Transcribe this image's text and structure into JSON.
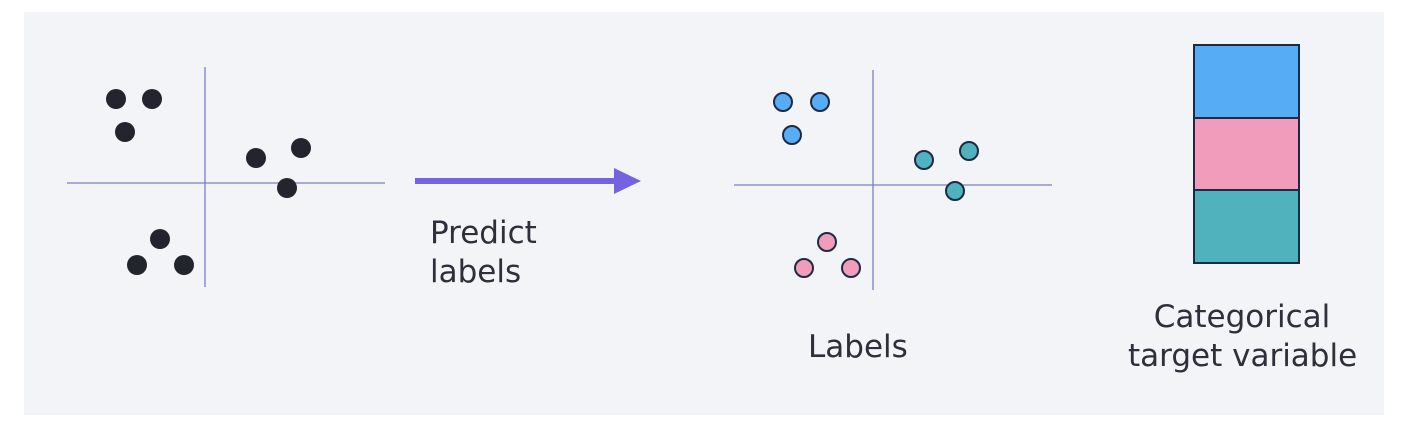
{
  "colors": {
    "background": "#f3f4f8",
    "axis": "#7b7fc7",
    "unlabeled_point": "#23252e",
    "arrow": "#7462e0",
    "class_blue": "#57acf6",
    "class_pink": "#f19cbb",
    "class_teal": "#4fb2bc",
    "outline": "#1e2a44",
    "text": "#2d2f3a"
  },
  "arrow_label": {
    "line1": "Predict",
    "line2": "labels"
  },
  "labeled_caption": "Labels",
  "target_caption": {
    "line1": "Categorical",
    "line2": "target variable"
  },
  "unlabeled_points_count": 9,
  "labeled_clusters": [
    {
      "class": "blue",
      "count": 3
    },
    {
      "class": "teal",
      "count": 3
    },
    {
      "class": "pink",
      "count": 3
    }
  ],
  "target_categories": [
    "blue",
    "pink",
    "teal"
  ]
}
